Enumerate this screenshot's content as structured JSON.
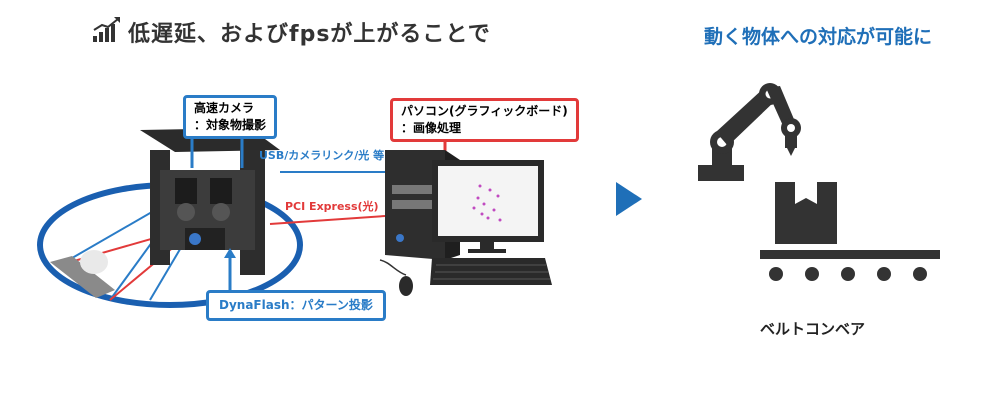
{
  "header": {
    "title": "低遅延、およびfpsが上がることで",
    "title_icon": "bar-chart-rising-icon",
    "result": "動く物体への対応が可能に"
  },
  "labels": {
    "camera": [
      "高速カメラ",
      "：対象物撮影"
    ],
    "pc": [
      "パソコン(グラフィックボード)",
      "：画像処理"
    ],
    "usb": "USB/カメラリンク/光 等",
    "pcie": "PCI Express(光)",
    "dynaflash": "DynaFlash：パターン投影"
  },
  "right": {
    "arrow_icon": "play-triangle-icon",
    "robot_icon": "robot-arm-icon",
    "box_icon": "cardboard-box-icon",
    "belt_label": "ベルトコンベア"
  },
  "colors": {
    "blue": "#2a7cc7",
    "red": "#e23a3a",
    "dark": "#333333"
  }
}
